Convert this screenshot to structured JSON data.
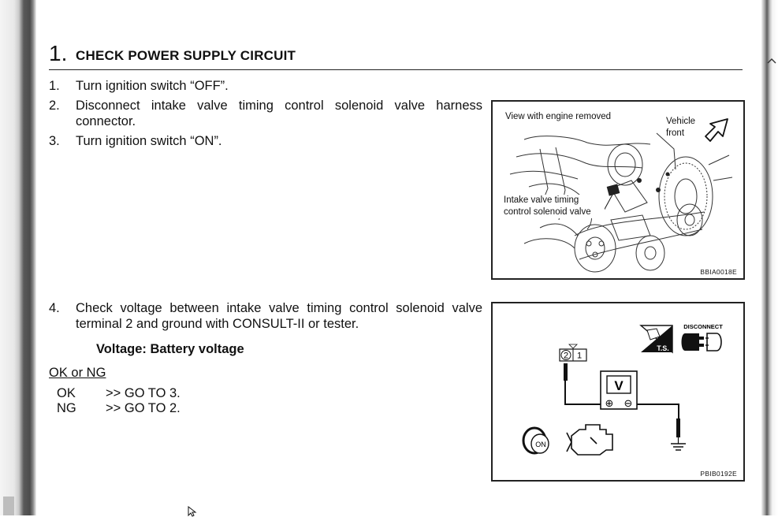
{
  "section": {
    "number": "1.",
    "title": "CHECK POWER SUPPLY CIRCUIT"
  },
  "steps": [
    {
      "num": "1.",
      "text": "Turn ignition switch “OFF”."
    },
    {
      "num": "2.",
      "text": "Disconnect intake valve timing control solenoid valve harness connector."
    },
    {
      "num": "3.",
      "text": "Turn ignition switch “ON”."
    },
    {
      "num": "4.",
      "text": "Check voltage between intake valve timing control solenoid valve terminal 2 and ground with CONSULT-II or tester."
    }
  ],
  "spec": "Voltage: Battery voltage",
  "ok_ng": {
    "heading": "OK or NG",
    "results": [
      {
        "code": "OK",
        "action": ">> GO TO 3."
      },
      {
        "code": "NG",
        "action": ">> GO TO 2."
      }
    ]
  },
  "figure1": {
    "label_view": "View with engine removed",
    "label_vehicle_front": "Vehicle front",
    "label_component": "Intake valve timing control solenoid valve",
    "code": "BBIA0018E",
    "icons": [
      "vehicle-front-arrow-icon"
    ]
  },
  "figure2": {
    "connector_pins": [
      "2",
      "1"
    ],
    "meter_letter": "V",
    "meter_terminals": [
      "⊕",
      "⊖"
    ],
    "ts_label": "T.S.",
    "disconnect_label": "DISCONNECT",
    "ignition_label": "ON",
    "code": "PBIB0192E",
    "icons": [
      "tester-icon",
      "disconnect-connector-icon",
      "ignition-key-icon",
      "engine-icon",
      "ground-icon"
    ]
  }
}
